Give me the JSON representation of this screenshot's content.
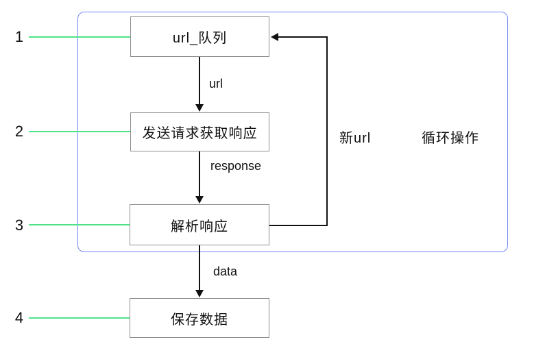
{
  "diagram": {
    "type": "flowchart",
    "steps": [
      {
        "number": "1",
        "label": "url_队列"
      },
      {
        "number": "2",
        "label": "发送请求获取响应"
      },
      {
        "number": "3",
        "label": "解析响应"
      },
      {
        "number": "4",
        "label": "保存数据"
      }
    ],
    "edge_labels": {
      "url": "url",
      "response": "response",
      "data": "data",
      "new_url": "新url",
      "loop": "循环操作"
    },
    "colors": {
      "loop_region_border": "#7287f5",
      "step_connector": "#4fe389",
      "box_border": "#8c8c8c",
      "arrow": "#111111"
    }
  }
}
